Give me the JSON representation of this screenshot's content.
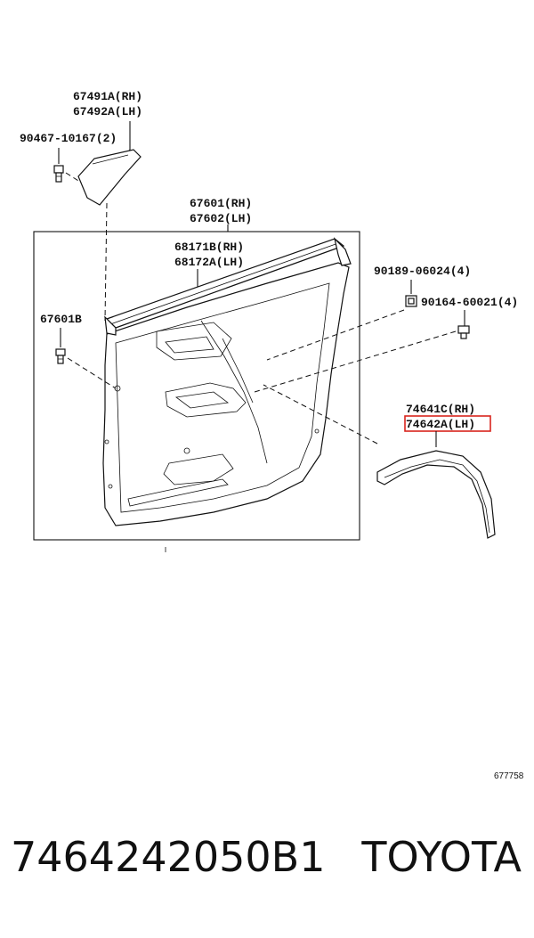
{
  "diagram": {
    "labels": {
      "l67491A": "67491A(RH)",
      "l67492A": "67492A(LH)",
      "l90467": "90467-10167(2)",
      "l67601": "67601(RH)",
      "l67602": "67602(LH)",
      "l68171B": "68171B(RH)",
      "l68172A": "68172A(LH)",
      "l67601B": "67601B",
      "l90189": "90189-06024(4)",
      "l90164": "90164-60021(4)",
      "l74641C": "74641C(RH)",
      "l74642A": "74642A(LH)"
    },
    "highlight_color": "#d9251d",
    "figure_number": "677758"
  },
  "footer": {
    "part_number": "7464242050B1",
    "brand": "TOYOTA"
  }
}
